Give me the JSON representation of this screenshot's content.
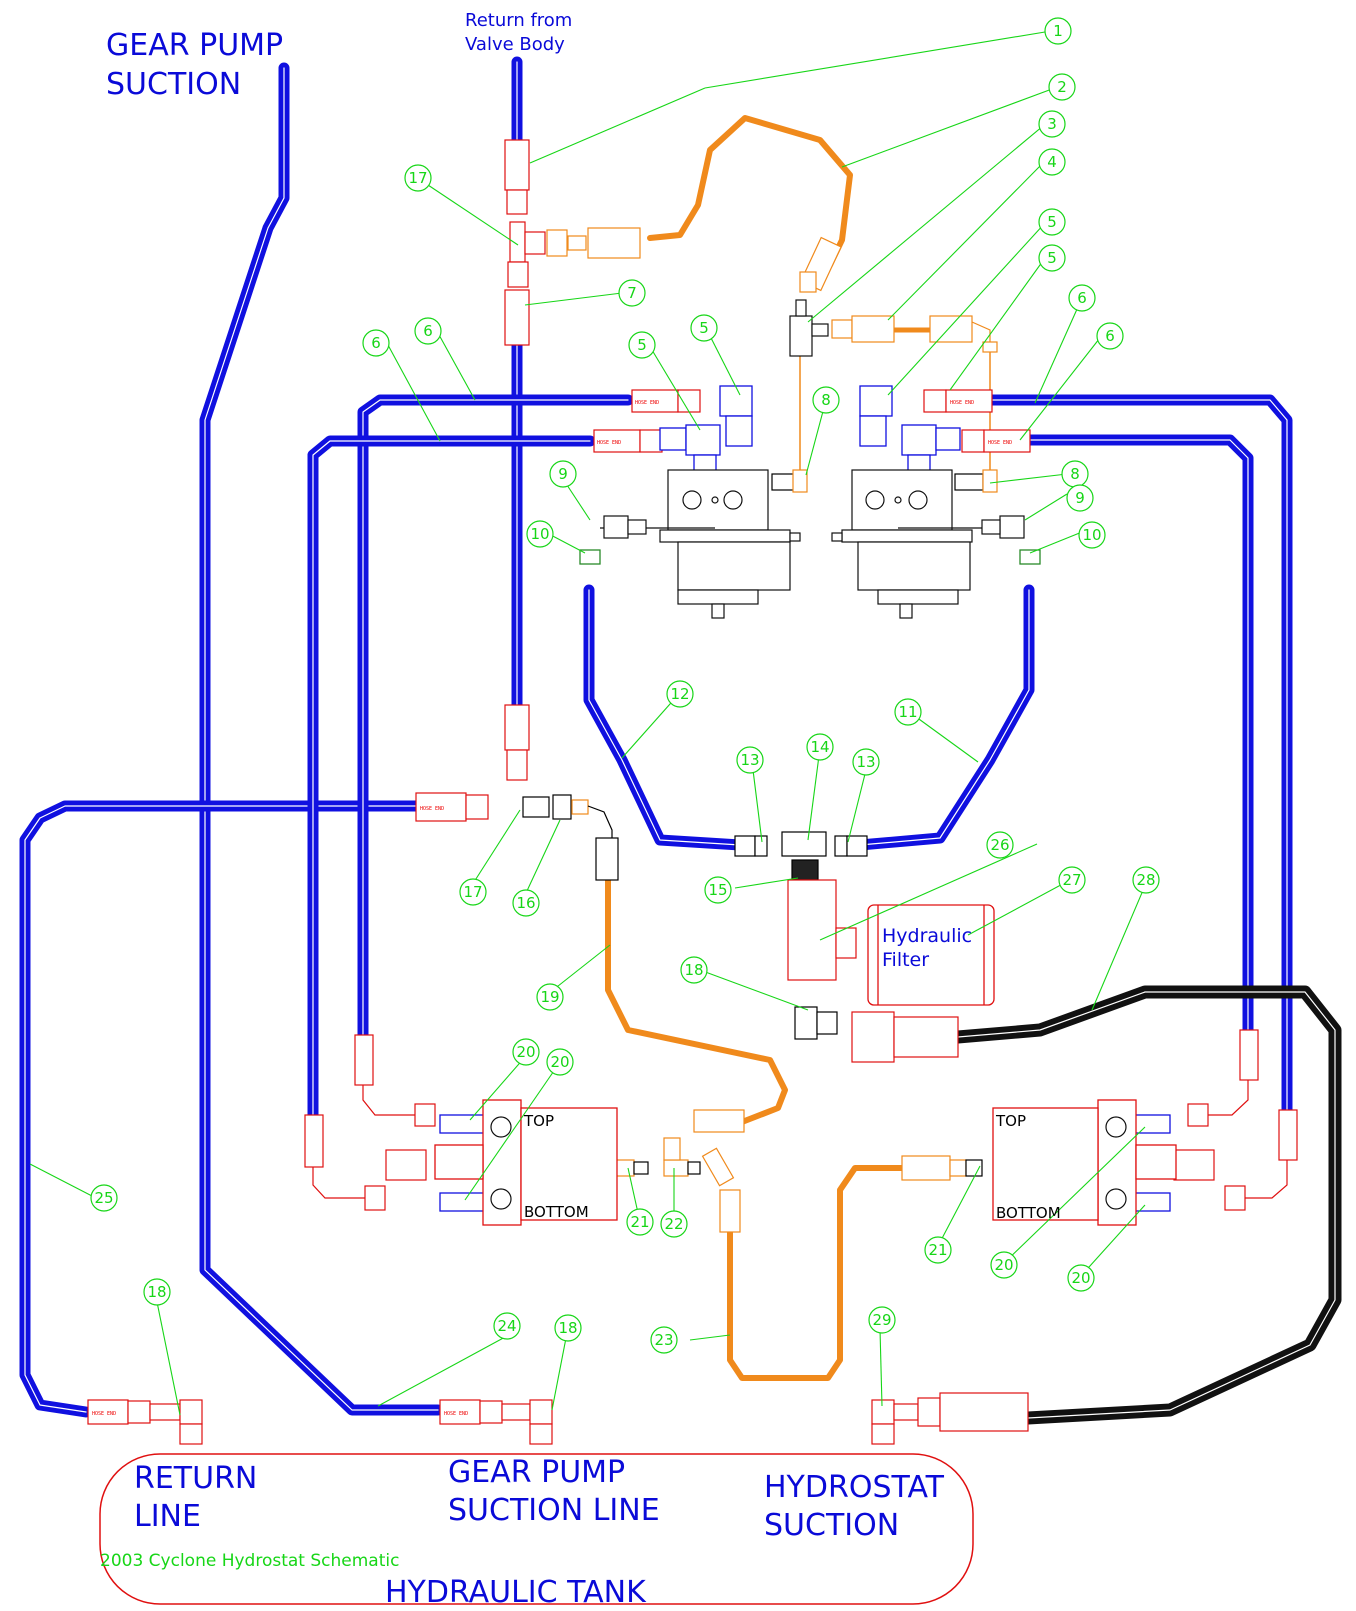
{
  "labels": {
    "gear_pump_suction_1": "GEAR PUMP",
    "gear_pump_suction_2": "SUCTION",
    "return_valve_1": "Return from",
    "return_valve_2": "Valve Body",
    "hydraulic_filter_1": "Hydraulic",
    "hydraulic_filter_2": "Filter",
    "return_line_1": "RETURN",
    "return_line_2": "LINE",
    "gp_suction_line_1": "GEAR PUMP",
    "gp_suction_line_2": "SUCTION LINE",
    "hydrostat_suction_1": "HYDROSTAT",
    "hydrostat_suction_2": "SUCTION",
    "hydraulic_tank": "HYDRAULIC TANK",
    "schematic_title": "2003 Cyclone Hydrostat Schematic",
    "top_left": "TOP",
    "bottom_left": "BOTTOM",
    "top_right": "TOP",
    "bottom_right": "BOTTOM"
  },
  "callouts": [
    {
      "id": "c1",
      "n": "1"
    },
    {
      "id": "c2",
      "n": "2"
    },
    {
      "id": "c3",
      "n": "3"
    },
    {
      "id": "c4",
      "n": "4"
    },
    {
      "id": "c5a",
      "n": "5"
    },
    {
      "id": "c5b",
      "n": "5"
    },
    {
      "id": "c5c",
      "n": "5"
    },
    {
      "id": "c5d",
      "n": "5"
    },
    {
      "id": "c6a",
      "n": "6"
    },
    {
      "id": "c6b",
      "n": "6"
    },
    {
      "id": "c6c",
      "n": "6"
    },
    {
      "id": "c6d",
      "n": "6"
    },
    {
      "id": "c7",
      "n": "7"
    },
    {
      "id": "c8a",
      "n": "8"
    },
    {
      "id": "c8b",
      "n": "8"
    },
    {
      "id": "c9a",
      "n": "9"
    },
    {
      "id": "c9b",
      "n": "9"
    },
    {
      "id": "c10a",
      "n": "10"
    },
    {
      "id": "c10b",
      "n": "10"
    },
    {
      "id": "c11",
      "n": "11"
    },
    {
      "id": "c12",
      "n": "12"
    },
    {
      "id": "c13a",
      "n": "13"
    },
    {
      "id": "c13b",
      "n": "13"
    },
    {
      "id": "c14",
      "n": "14"
    },
    {
      "id": "c15",
      "n": "15"
    },
    {
      "id": "c16",
      "n": "16"
    },
    {
      "id": "c17a",
      "n": "17"
    },
    {
      "id": "c17b",
      "n": "17"
    },
    {
      "id": "c18a",
      "n": "18"
    },
    {
      "id": "c18b",
      "n": "18"
    },
    {
      "id": "c18c",
      "n": "18"
    },
    {
      "id": "c19",
      "n": "19"
    },
    {
      "id": "c20a",
      "n": "20"
    },
    {
      "id": "c20b",
      "n": "20"
    },
    {
      "id": "c20c",
      "n": "20"
    },
    {
      "id": "c20d",
      "n": "20"
    },
    {
      "id": "c21a",
      "n": "21"
    },
    {
      "id": "c21b",
      "n": "21"
    },
    {
      "id": "c22",
      "n": "22"
    },
    {
      "id": "c23",
      "n": "23"
    },
    {
      "id": "c24",
      "n": "24"
    },
    {
      "id": "c25",
      "n": "25"
    },
    {
      "id": "c26",
      "n": "26"
    },
    {
      "id": "c27",
      "n": "27"
    },
    {
      "id": "c28",
      "n": "28"
    },
    {
      "id": "c29",
      "n": "29"
    }
  ],
  "colors": {
    "suction_hose": "#1010e0",
    "pilot_hose": "#f08a1c",
    "return_hose": "#111111",
    "fitting": "#e01010",
    "leader": "#17d617",
    "text": "#0a0ad8"
  }
}
